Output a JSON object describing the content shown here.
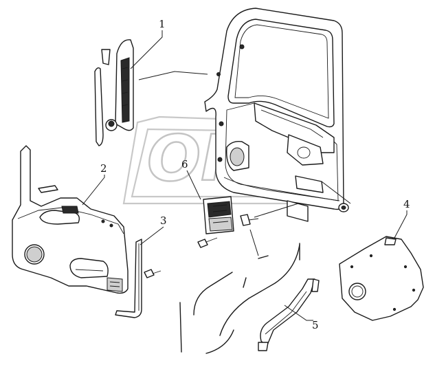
{
  "callouts": [
    {
      "id": "1",
      "label": "1"
    },
    {
      "id": "2",
      "label": "2"
    },
    {
      "id": "3",
      "label": "3"
    },
    {
      "id": "4",
      "label": "4"
    },
    {
      "id": "5",
      "label": "5"
    },
    {
      "id": "6",
      "label": "6"
    }
  ],
  "watermark": {
    "text": "OPF"
  },
  "colors": {
    "line": "#1a1a1a",
    "watermark": "#c8c8c8",
    "background": "#ffffff"
  }
}
